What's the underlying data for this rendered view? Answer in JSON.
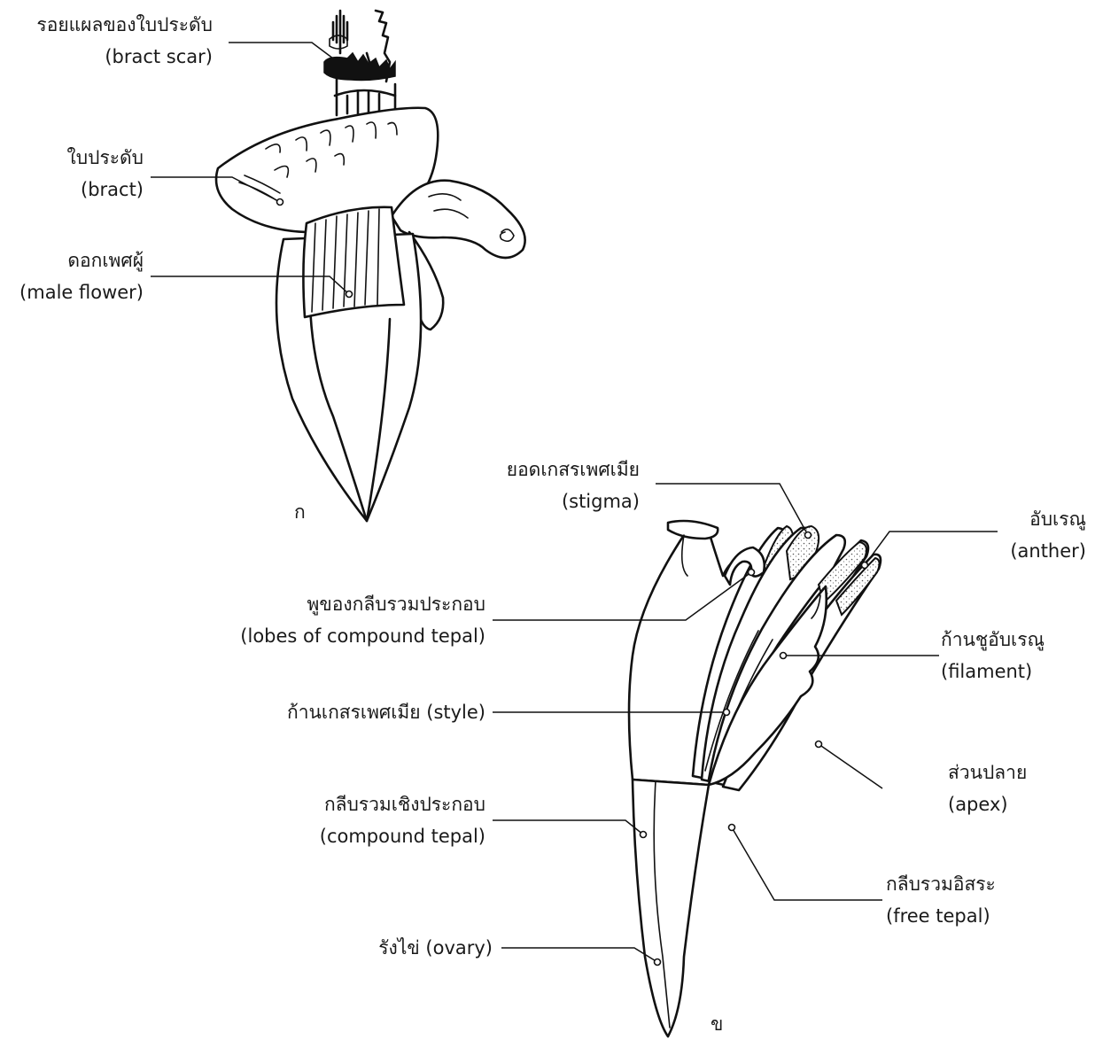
{
  "figures": {
    "a": {
      "caption": "ก"
    },
    "b": {
      "caption": "ข"
    }
  },
  "labels": {
    "bract_scar": {
      "th": "รอยแผลของใบประดับ",
      "en": "(bract scar)"
    },
    "bract": {
      "th": "ใบประดับ",
      "en": "(bract)"
    },
    "male_flower": {
      "th": "ดอกเพศผู้",
      "en": "(male flower)"
    },
    "stigma": {
      "th": "ยอดเกสรเพศเมีย",
      "en": "(stigma)"
    },
    "anther": {
      "th": "อับเรณู",
      "en": "(anther)"
    },
    "lobes": {
      "th": "พูของกลีบรวมประกอบ",
      "en": "(lobes of compound tepal)"
    },
    "filament": {
      "th": "ก้านชูอับเรณู",
      "en": "(filament)"
    },
    "style": {
      "text": "ก้านเกสรเพศเมีย (style)"
    },
    "apex": {
      "th": "ส่วนปลาย",
      "en": "(apex)"
    },
    "compound_tepal": {
      "th": "กลีบรวมเชิงประกอบ",
      "en": "(compound tepal)"
    },
    "free_tepal": {
      "th": "กลีบรวมอิสระ",
      "en": "(free tepal)"
    },
    "ovary": {
      "text": "รังไข่ (ovary)"
    }
  }
}
